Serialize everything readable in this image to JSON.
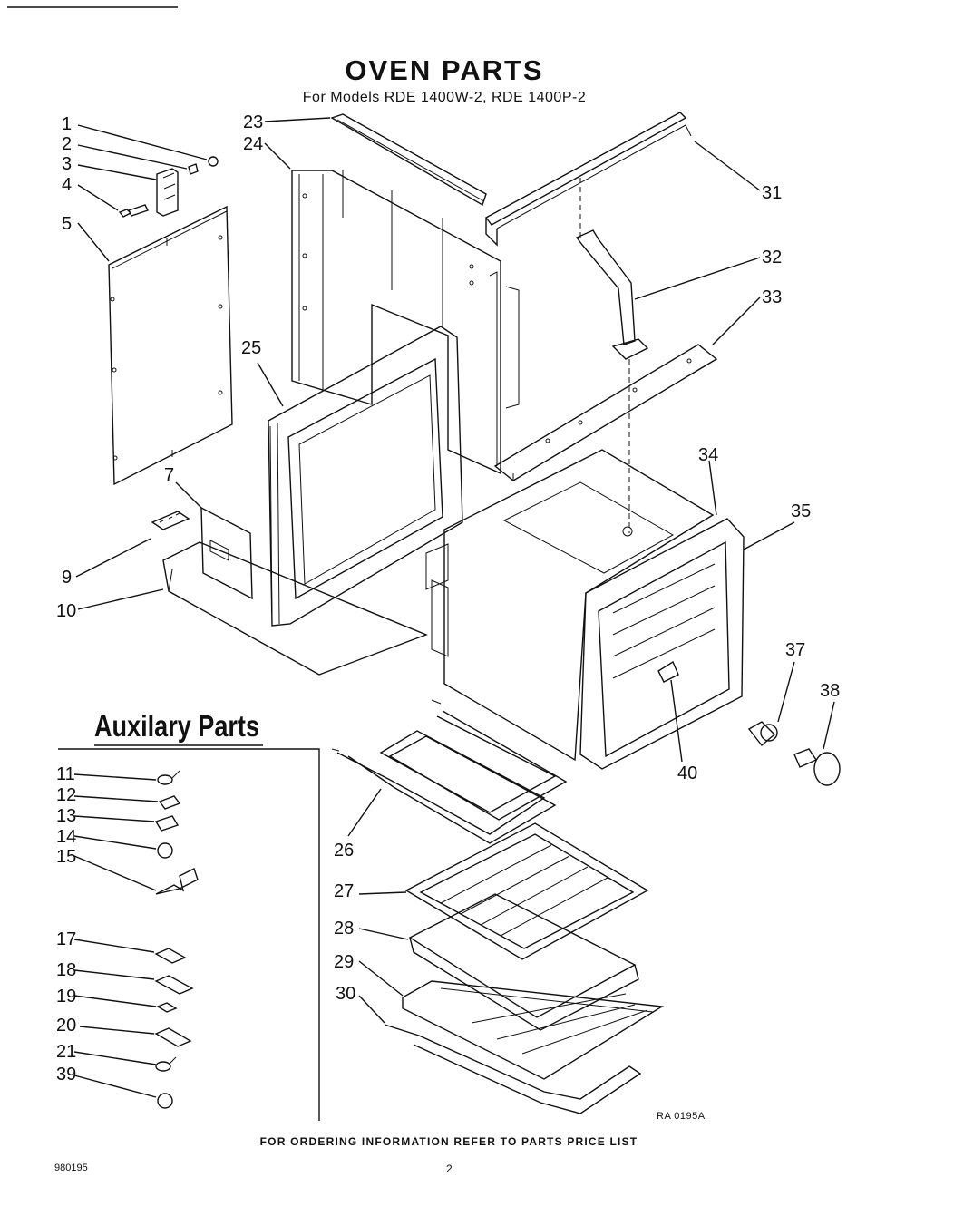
{
  "title": "OVEN PARTS",
  "subtitle": "For Models RDE 1400W-2, RDE 1400P-2",
  "aux_title": "Auxilary Parts",
  "footer": "FOR ORDERING INFORMATION REFER TO PARTS PRICE LIST",
  "drawing_ref": "RA 0195A",
  "doc_number": "980195",
  "page_number": "2",
  "callouts": {
    "c1": "1",
    "c2": "2",
    "c3": "3",
    "c4": "4",
    "c5": "5",
    "c7": "7",
    "c9": "9",
    "c10": "10",
    "c23": "23",
    "c24": "24",
    "c25": "25",
    "c26": "26",
    "c27": "27",
    "c28": "28",
    "c29": "29",
    "c30": "30",
    "c31": "31",
    "c32": "32",
    "c33": "33",
    "c34": "34",
    "c35": "35",
    "c37": "37",
    "c38": "38",
    "c40": "40",
    "c11": "11",
    "c12": "12",
    "c13": "13",
    "c14": "14",
    "c15": "15",
    "c17": "17",
    "c18": "18",
    "c19": "19",
    "c20": "20",
    "c21": "21",
    "c39": "39"
  }
}
